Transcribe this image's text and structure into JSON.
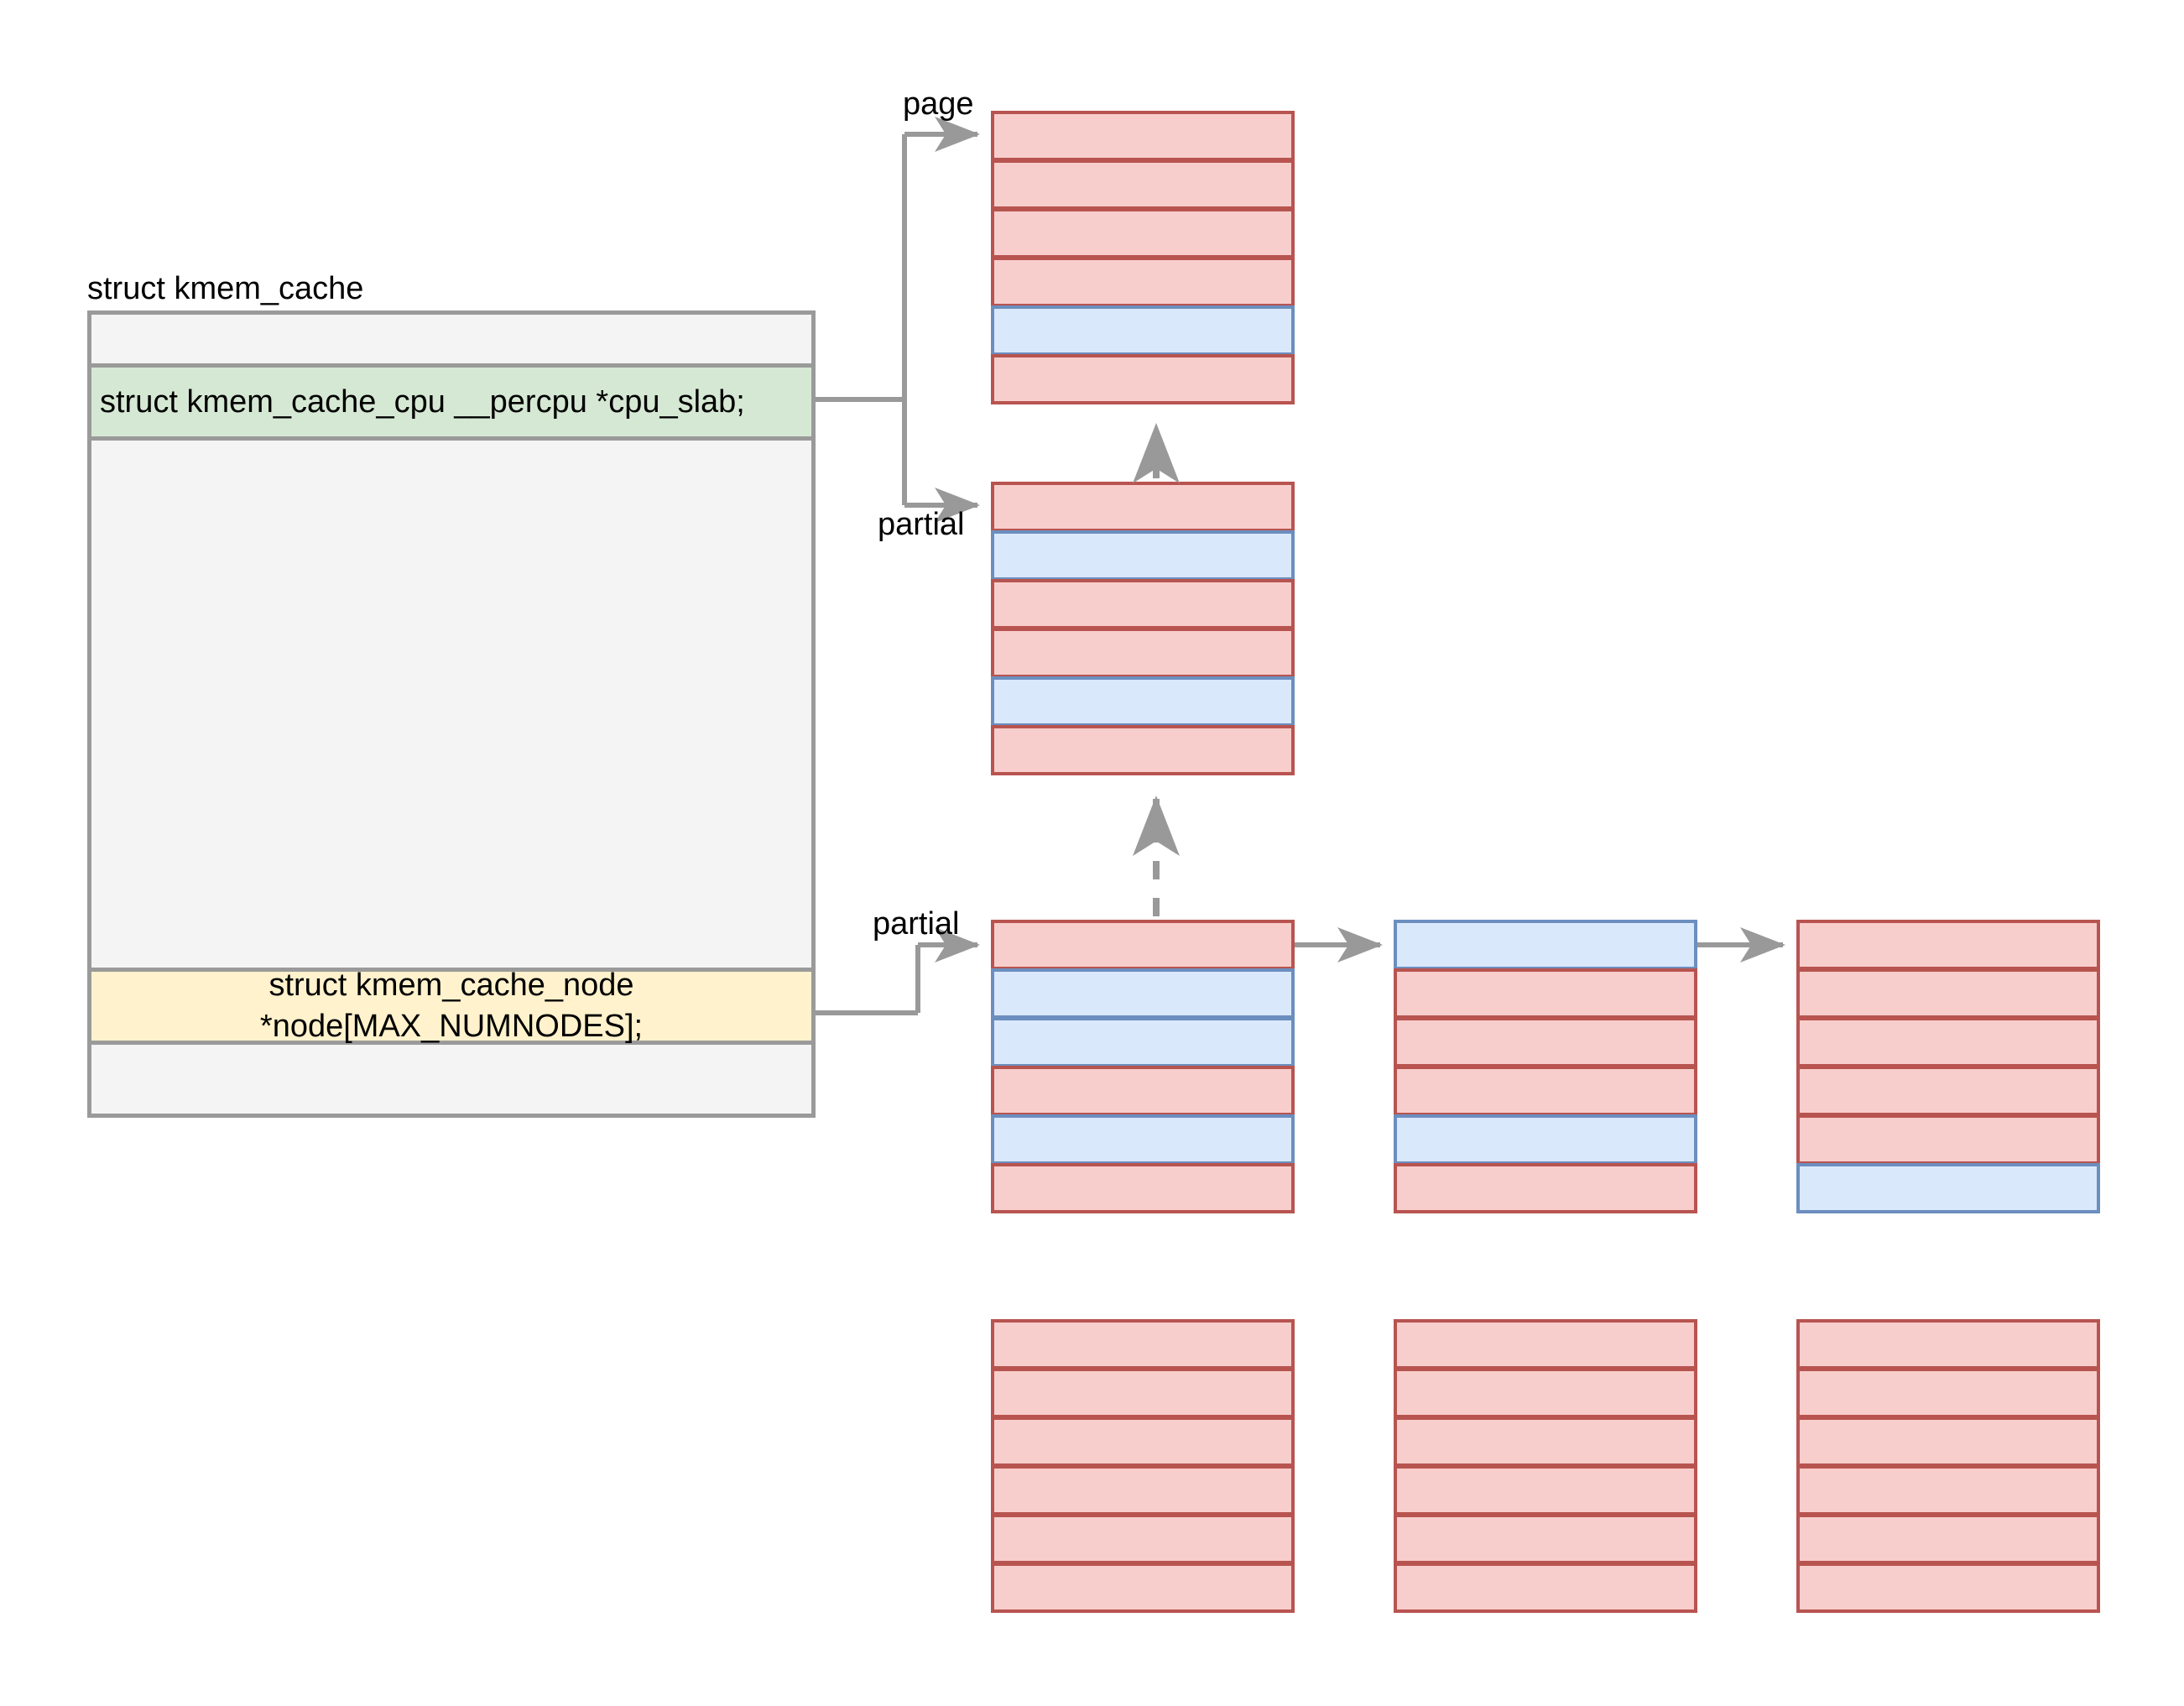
{
  "diagram": {
    "title_label": "struct kmem_cache",
    "struct_fields": {
      "cpu_slab": "struct kmem_cache_cpu __percpu *cpu_slab;",
      "node": "struct kmem_cache_node\n*node[MAX_NUMNODES];"
    },
    "edge_labels": {
      "page": "page",
      "partial_cpu": "partial",
      "partial_node": "partial"
    },
    "colors": {
      "slab_object_used_fill": "#f8cecc",
      "slab_object_used_border": "#b85450",
      "slab_object_free_fill": "#dae8fc",
      "slab_object_free_border": "#6c8ebf",
      "cpu_slab_field_fill": "#d5e8d4",
      "node_field_fill": "#fff2cc",
      "struct_box_fill": "#f4f4f4",
      "struct_box_border": "#9a9a9a",
      "connector": "#999999"
    },
    "slabs": [
      {
        "id": "cpu-page-slab",
        "rows": [
          "used",
          "used",
          "used",
          "used",
          "free",
          "used"
        ]
      },
      {
        "id": "cpu-partial-slab",
        "rows": [
          "used",
          "free",
          "used",
          "used",
          "free",
          "used"
        ]
      },
      {
        "id": "node-partial-slab-1",
        "rows": [
          "used",
          "free",
          "free",
          "used",
          "free",
          "used"
        ]
      },
      {
        "id": "node-partial-slab-2",
        "rows": [
          "free",
          "used",
          "used",
          "used",
          "free",
          "used"
        ]
      },
      {
        "id": "node-partial-slab-3",
        "rows": [
          "used",
          "used",
          "used",
          "used",
          "used",
          "free"
        ]
      },
      {
        "id": "full-slab-1",
        "rows": [
          "used",
          "used",
          "used",
          "used",
          "used",
          "used"
        ]
      },
      {
        "id": "full-slab-2",
        "rows": [
          "used",
          "used",
          "used",
          "used",
          "used",
          "used"
        ]
      },
      {
        "id": "full-slab-3",
        "rows": [
          "used",
          "used",
          "used",
          "used",
          "used",
          "used"
        ]
      }
    ]
  }
}
